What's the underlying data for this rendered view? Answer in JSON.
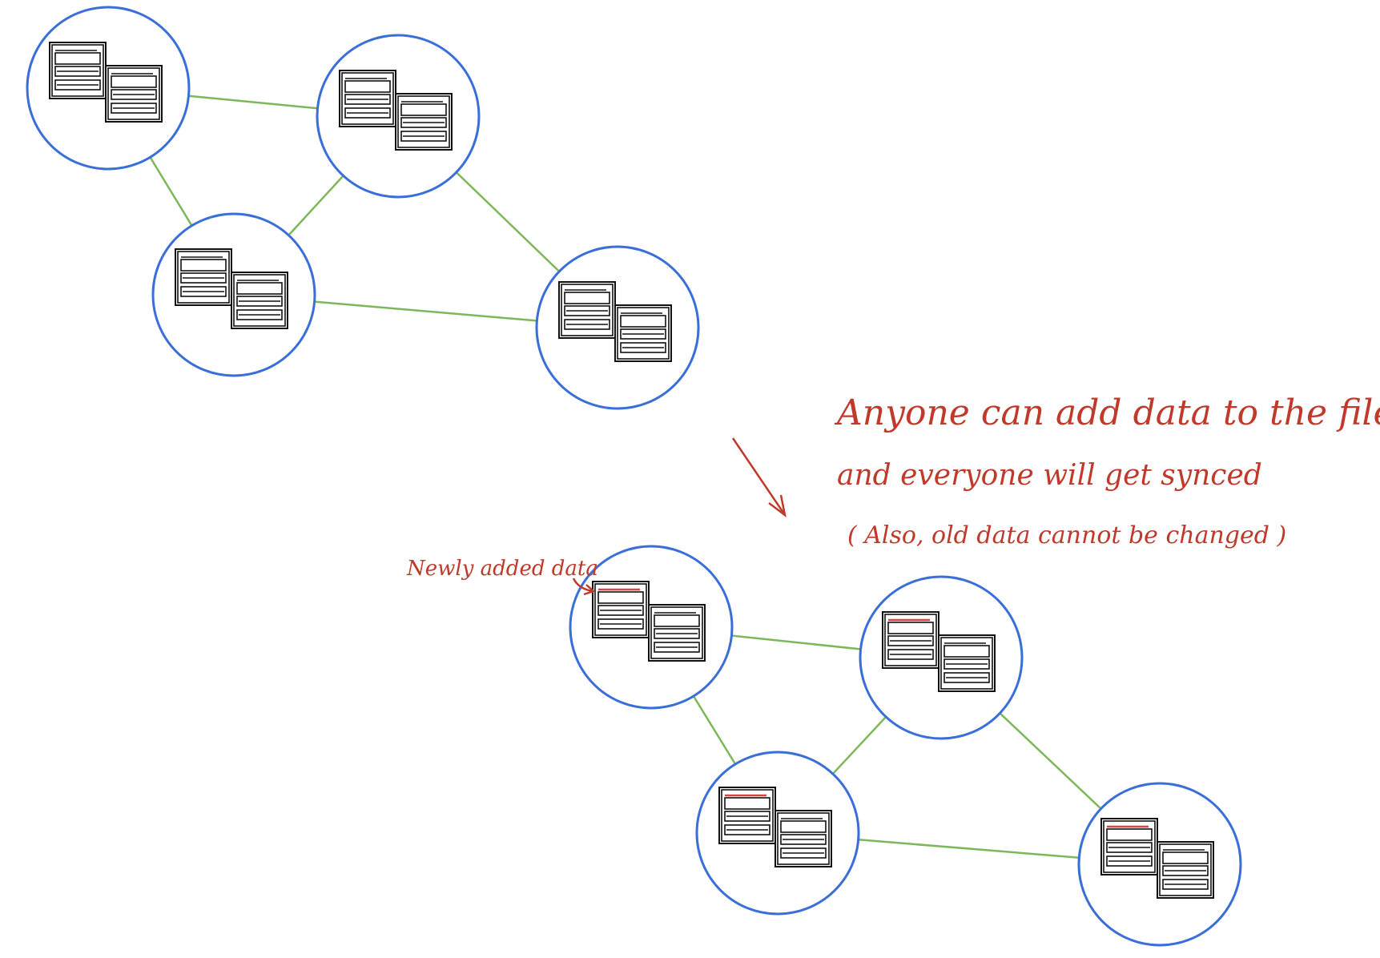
{
  "annotations": {
    "main_line1": "Anyone can add data to the files,",
    "main_line2": "and everyone will get synced",
    "main_line3": "( Also, old data cannot be changed )",
    "new_data_label": "Newly added data"
  },
  "colors": {
    "node_stroke": "#3a6fd8",
    "edge": "#7cb85a",
    "annotation": "#c0392b",
    "file_stroke": "#111111",
    "new_data_line": "#d64541"
  },
  "networks": [
    {
      "name": "before",
      "nodes": [
        {
          "id": "a",
          "new_data": false
        },
        {
          "id": "b",
          "new_data": false
        },
        {
          "id": "c",
          "new_data": false
        },
        {
          "id": "d",
          "new_data": false
        }
      ],
      "edges": [
        [
          "a",
          "b"
        ],
        [
          "a",
          "c"
        ],
        [
          "b",
          "c"
        ],
        [
          "b",
          "d"
        ],
        [
          "c",
          "d"
        ]
      ]
    },
    {
      "name": "after",
      "nodes": [
        {
          "id": "a",
          "new_data": true
        },
        {
          "id": "b",
          "new_data": true
        },
        {
          "id": "c",
          "new_data": true
        },
        {
          "id": "d",
          "new_data": true
        }
      ],
      "edges": [
        [
          "a",
          "b"
        ],
        [
          "a",
          "c"
        ],
        [
          "b",
          "c"
        ],
        [
          "b",
          "d"
        ],
        [
          "c",
          "d"
        ]
      ]
    }
  ],
  "icons": {
    "arrow": "arrow-down-right-icon",
    "file": "file-stack-icon"
  }
}
